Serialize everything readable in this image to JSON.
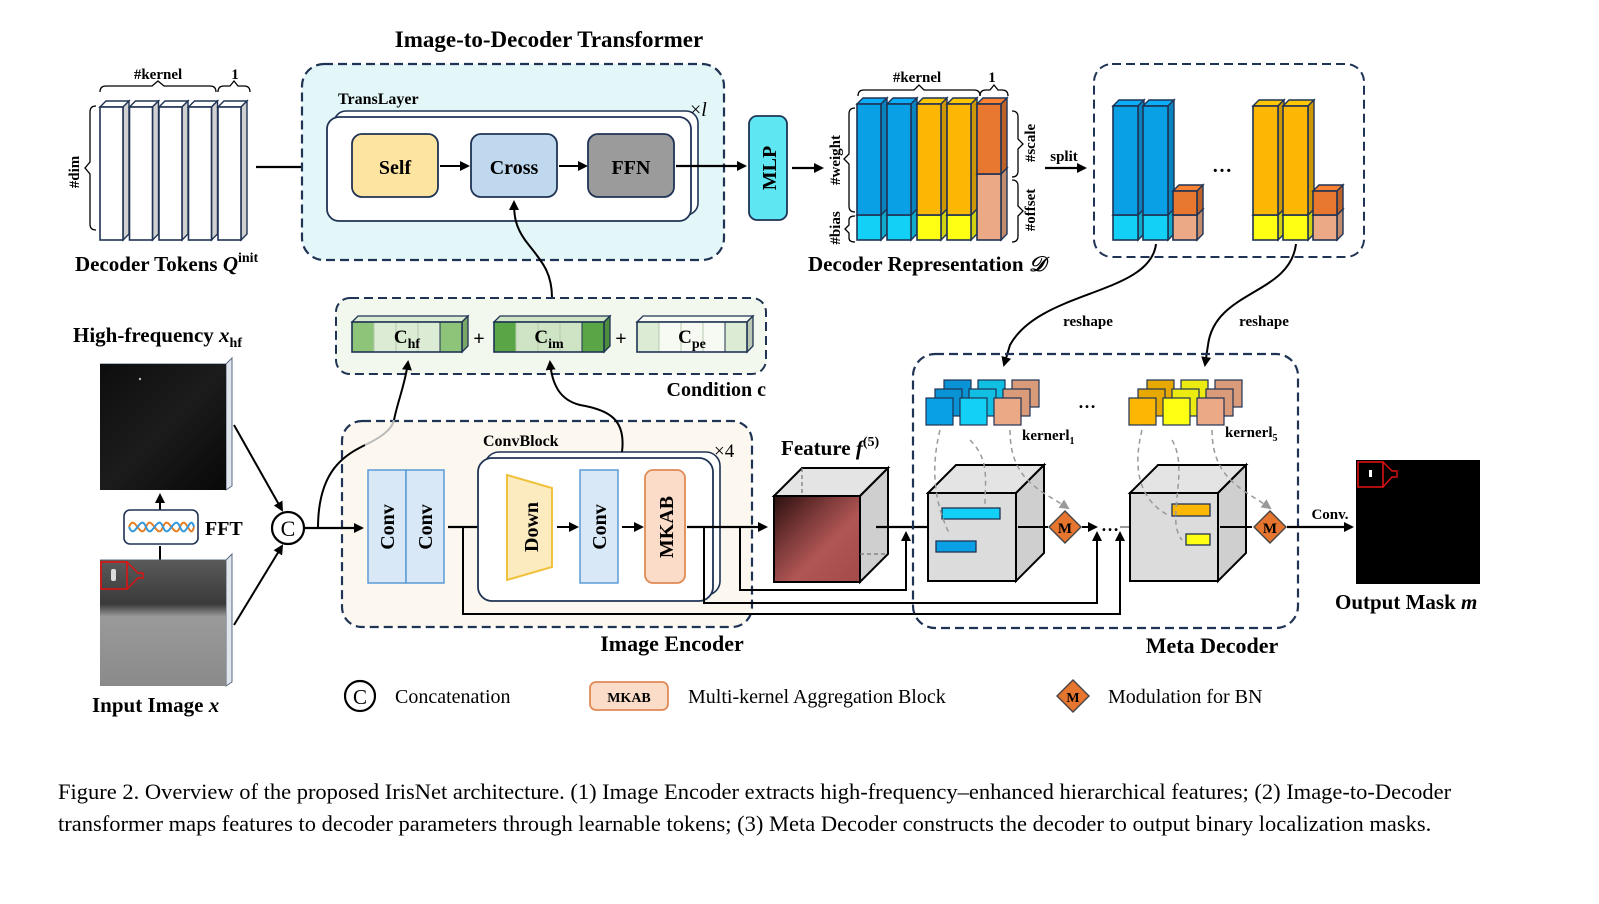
{
  "figure": {
    "caption": "Figure 2.  Overview of the proposed IrisNet architecture.  (1) Image Encoder extracts high-frequency–enhanced hierarchical features; (2) Image-to-Decoder transformer maps features to decoder parameters through learnable tokens; (3) Meta Decoder constructs the decoder to output binary localization masks."
  },
  "transformer": {
    "title": "Image-to-Decoder Transformer",
    "translayer_label": "TransLayer",
    "repeat": "×",
    "repeat_var": "l",
    "blocks": [
      "Self",
      "Cross",
      "FFN"
    ],
    "mlp": "MLP"
  },
  "tokens": {
    "kernel_label": "#kernel",
    "one_label": "1",
    "dim_label": "#dim",
    "title_main": "Decoder Tokens ",
    "title_var": "Q",
    "title_sup": "init"
  },
  "decoder_rep": {
    "kernel_label": "#kernel",
    "one_label": "1",
    "weight_label": "#weight",
    "bias_label": "#bias",
    "scale_label": "#scale",
    "offset_label": "#offset",
    "title_main": "Decoder Representation ",
    "title_var": "𝒟",
    "split_label": "split",
    "ellipsis": "…"
  },
  "condition": {
    "items": [
      {
        "main": "C",
        "sub": "hf"
      },
      {
        "main": "C",
        "sub": "im"
      },
      {
        "main": "C",
        "sub": "pe"
      }
    ],
    "plus": "+",
    "title": "Condition c"
  },
  "inputs": {
    "hf_title_main": "High-frequency ",
    "hf_title_var": "x",
    "hf_title_sub": "hf",
    "fft_label": "FFT",
    "concat_symbol": "C",
    "input_title_main": "Input Image ",
    "input_title_var": "x"
  },
  "encoder": {
    "title": "Image Encoder",
    "convblock_label": "ConvBlock",
    "repeat": "×4",
    "stem": [
      "Conv",
      "Conv"
    ],
    "blocks": [
      "Down",
      "Conv",
      "MKAB"
    ]
  },
  "feature": {
    "title_main": "Feature ",
    "title_var": "f",
    "title_sup": "(5)"
  },
  "meta_decoder": {
    "title": "Meta Decoder",
    "reshape_label": "reshape",
    "kernel_1": {
      "main": "kernerl",
      "sub": "1"
    },
    "kernel_5": {
      "main": "kernerl",
      "sub": "5"
    },
    "ellipsis": "…",
    "modulation": "M",
    "conv_label": "Conv."
  },
  "output": {
    "title_main": "Output Mask  ",
    "title_var": "m"
  },
  "legend": {
    "items": [
      {
        "symbol": "C",
        "label": "Concatenation"
      },
      {
        "symbol": "MKAB",
        "label": "Multi-kernel  Aggregation Block"
      },
      {
        "symbol": "M",
        "label": "Modulation  for BN"
      }
    ]
  },
  "colors": {
    "dash_border": "#1f3354",
    "transformer_bg": "#e4f7f8",
    "encoder_bg": "#fcf8ef",
    "condition_bg": "#f2f8ee",
    "self_fill": "#fde4a0",
    "cross_fill": "#bfd8ee",
    "ffn_fill": "#9b9b9b",
    "mlp_fill": "#5ee7f2",
    "blue_dark": "#0aa0e6",
    "blue_light": "#13d0f7",
    "orange_dark": "#fbb704",
    "yellow": "#ffff13",
    "scale_orange": "#e8772f",
    "offset_peach": "#eca985",
    "conv_fill": "#d9e8f7",
    "down_fill": "#fdebc0",
    "mkab_fill": "#fbdcc8",
    "mod_fill": "#e6762f"
  }
}
